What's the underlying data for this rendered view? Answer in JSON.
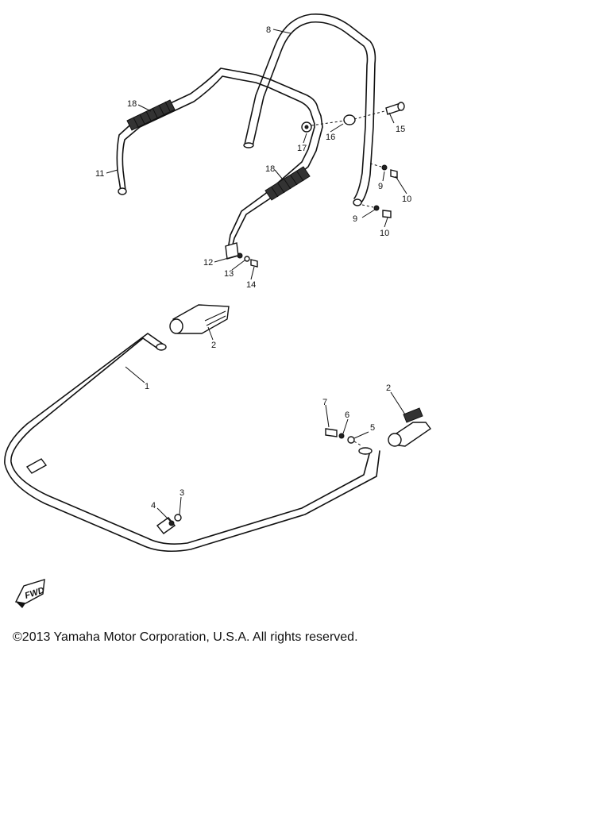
{
  "callouts": {
    "c1": "1",
    "c2a": "2",
    "c2b": "2",
    "c3": "3",
    "c4": "4",
    "c5": "5",
    "c6": "6",
    "c7": "7",
    "c8": "8",
    "c9a": "9",
    "c9b": "9",
    "c10a": "10",
    "c10b": "10",
    "c11": "11",
    "c12": "12",
    "c13": "13",
    "c14": "14",
    "c15": "15",
    "c16": "16",
    "c17": "17",
    "c18a": "18",
    "c18b": "18"
  },
  "fwd_logo": "FWD",
  "copyright": "©2013 Yamaha Motor Corporation, U.S.A. All rights reserved."
}
